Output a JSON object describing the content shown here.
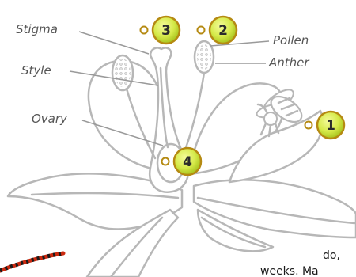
{
  "labels": {
    "stigma": "Stigma",
    "style": "Style",
    "ovary": "Ovary",
    "pollen": "Pollen",
    "anther": "Anther"
  },
  "badges": {
    "one": "1",
    "two": "2",
    "three": "3",
    "four": "4"
  },
  "fragment": {
    "line1": "do,",
    "line2": "weeks. Ma"
  },
  "colors": {
    "outline": "#b7b7b7",
    "badge_fill": "#d6ea4a",
    "badge_ring": "#b58a12",
    "pollen_thread": "#cc2a10"
  }
}
